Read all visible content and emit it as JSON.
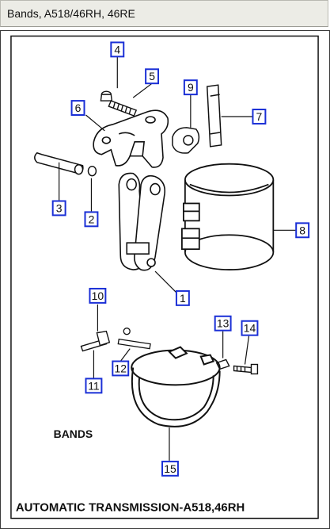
{
  "header": {
    "title": "Bands, A518/46RH, 46RE"
  },
  "diagram": {
    "section_label": "BANDS",
    "caption": "AUTOMATIC TRANSMISSION-A518,46RH",
    "callouts": [
      "1",
      "2",
      "3",
      "4",
      "5",
      "6",
      "7",
      "8",
      "9",
      "10",
      "11",
      "12",
      "13",
      "14",
      "15"
    ]
  },
  "colors": {
    "callout_border": "#1a2fd6",
    "line": "#111111",
    "header_bg": "#ecece6"
  }
}
